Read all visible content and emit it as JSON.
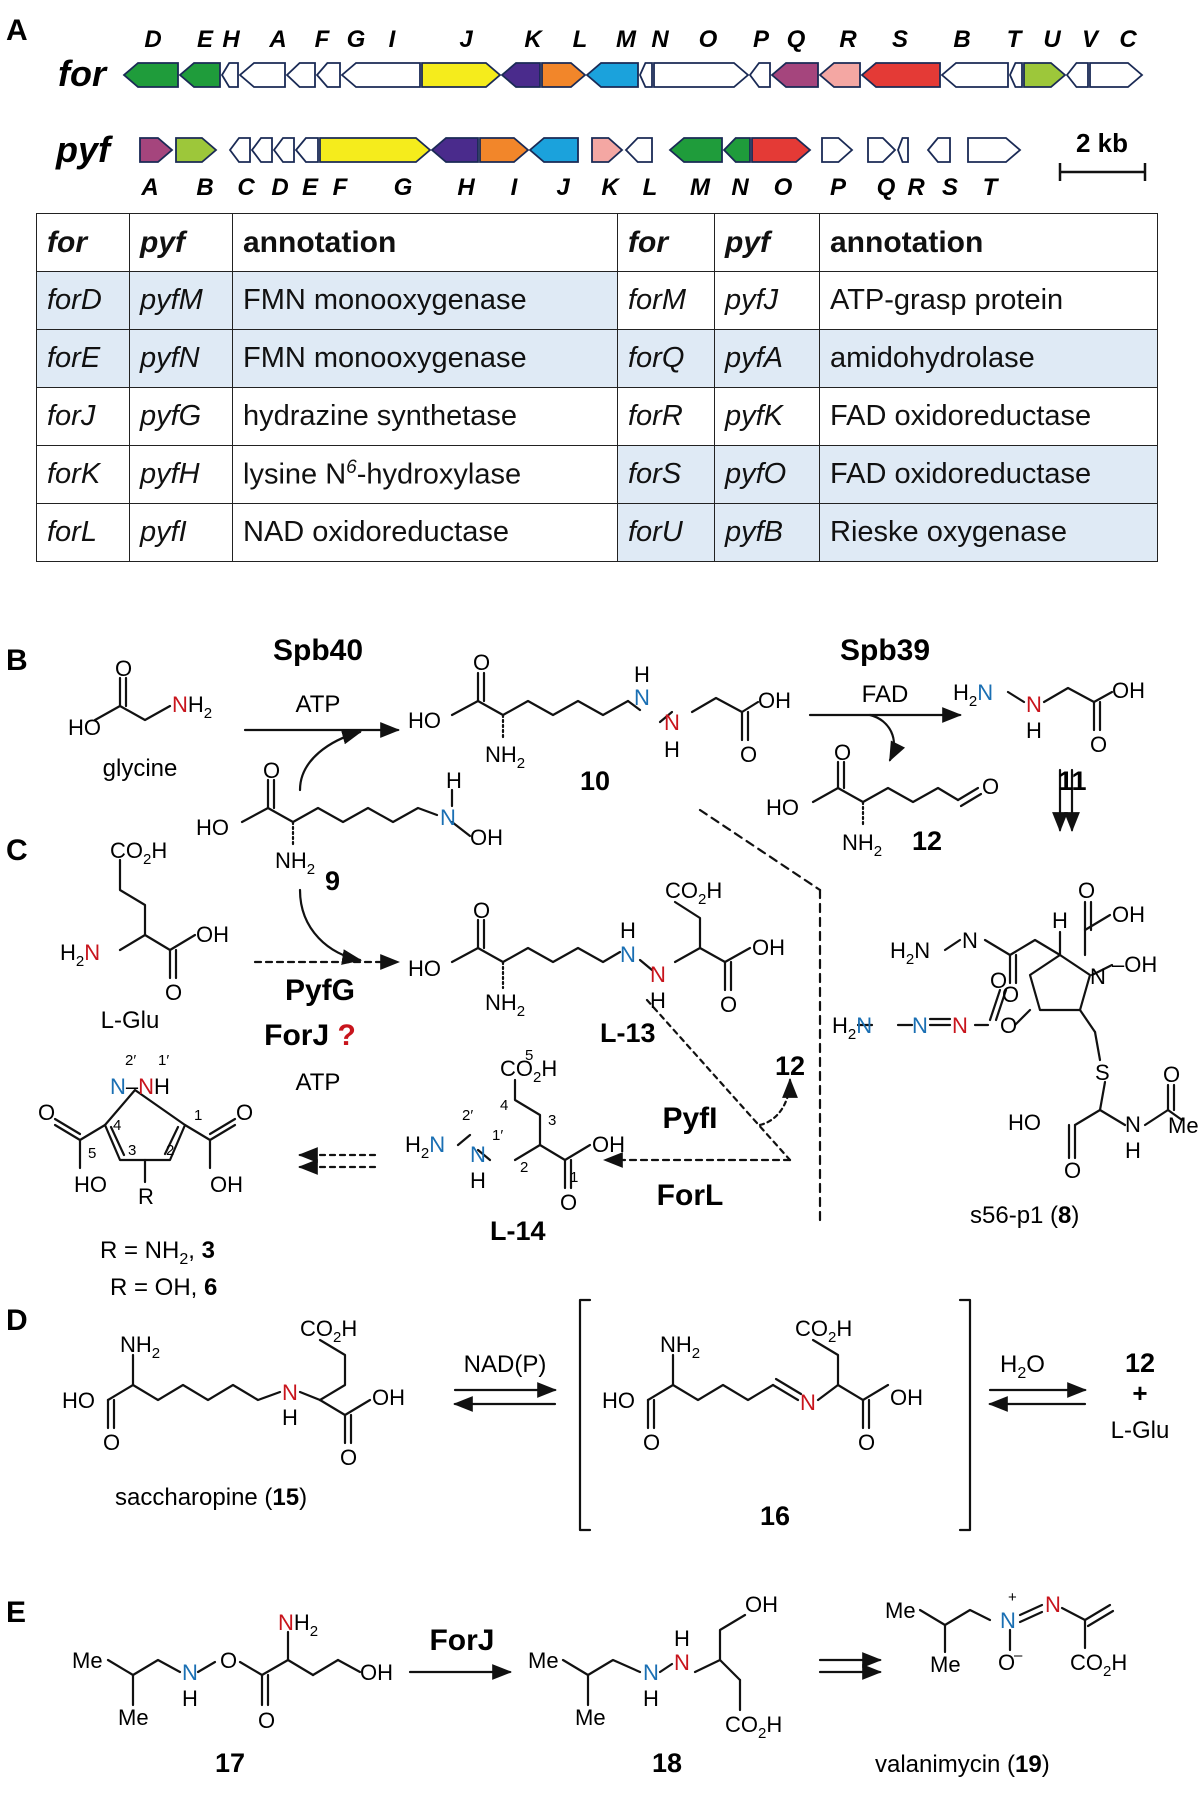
{
  "panels": {
    "a": "A",
    "b": "B",
    "c": "C",
    "d": "D",
    "e": "E"
  },
  "cluster_for": {
    "name": "for",
    "genes": [
      "D",
      "E",
      "H",
      "A",
      "F",
      "G",
      "I",
      "J",
      "K",
      "L",
      "M",
      "N",
      "O",
      "P",
      "Q",
      "R",
      "S",
      "B",
      "T",
      "U",
      "V",
      "C"
    ]
  },
  "cluster_pyf": {
    "name": "pyf",
    "genes": [
      "A",
      "B",
      "C",
      "D",
      "E",
      "F",
      "G",
      "H",
      "I",
      "J",
      "K",
      "L",
      "M",
      "N",
      "O",
      "P",
      "Q",
      "R",
      "S",
      "T"
    ]
  },
  "scale_bar": "2 kb",
  "gene_colors": {
    "green": "#1f9c3b",
    "lime": "#9dc73a",
    "yellow": "#f5ec1c",
    "indigo": "#4a2b8c",
    "orange": "#f2862a",
    "cyan": "#1ba2dc",
    "magenta": "#a5457d",
    "pink": "#f4a7a3",
    "red": "#e43a36",
    "highlight": "#dfeaf5"
  },
  "table": {
    "headers": [
      "for",
      "pyf",
      "annotation",
      "for",
      "pyf",
      "annotation"
    ],
    "left_rows": [
      {
        "for": "forD",
        "pyf": "pyfM",
        "annotation": "FMN monooxygenase"
      },
      {
        "for": "forE",
        "pyf": "pyfN",
        "annotation": "FMN monooxygenase"
      },
      {
        "for": "forJ",
        "pyf": "pyfG",
        "annotation": "hydrazine synthetase"
      },
      {
        "for": "forK",
        "pyf": "pyfH",
        "annotation_pre": "lysine N",
        "annotation_sup": "6",
        "annotation_post": "-hydroxylase"
      },
      {
        "for": "forL",
        "pyf": "pyfI",
        "annotation": "NAD oxidoreductase"
      }
    ],
    "right_rows": [
      {
        "for": "forM",
        "pyf": "pyfJ",
        "annotation": "ATP-grasp protein"
      },
      {
        "for": "forQ",
        "pyf": "pyfA",
        "annotation": "amidohydrolase"
      },
      {
        "for": "forR",
        "pyf": "pyfK",
        "annotation": "FAD oxidoreductase"
      },
      {
        "for": "forS",
        "pyf": "pyfO",
        "annotation": "FAD oxidoreductase"
      },
      {
        "for": "forU",
        "pyf": "pyfB",
        "annotation": "Rieske oxygenase"
      }
    ]
  },
  "panel_b": {
    "enzyme1": "Spb40",
    "cofactor1": "ATP",
    "enzyme2": "Spb39",
    "cofactor2": "FAD",
    "glycine": "glycine",
    "cpd9": "9",
    "cpd10": "10",
    "cpd11": "11",
    "cpd12": "12",
    "cpd8_name": "s56-p1 (",
    "cpd8": "8",
    "cpd8_close": ")"
  },
  "panel_c": {
    "lglu": "L-Glu",
    "enzymes": "PyfG",
    "enzymes2": "ForJ",
    "question": "?",
    "cofactor": "ATP",
    "cpd13": "L-13",
    "cpd14": "L-14",
    "enzyme_pyfi": "PyfI",
    "enzyme_forl": "ForL",
    "byproduct": "12",
    "r_nh2": "R = NH",
    "cpd3": "3",
    "r_oh": "R = OH,",
    "cpd6": "6"
  },
  "panel_d": {
    "saccharopine": "saccharopine (",
    "cpd15": "15",
    "close": ")",
    "cofactor": "NAD(P)",
    "cpd16": "16",
    "water": "H",
    "water2": "O",
    "prod1": "12",
    "plus": "+",
    "prod2": "L-Glu"
  },
  "panel_e": {
    "enzyme": "ForJ",
    "cpd17": "17",
    "cpd18": "18",
    "valanimycin": "valanimycin (",
    "cpd19": "19",
    "close": ")"
  }
}
